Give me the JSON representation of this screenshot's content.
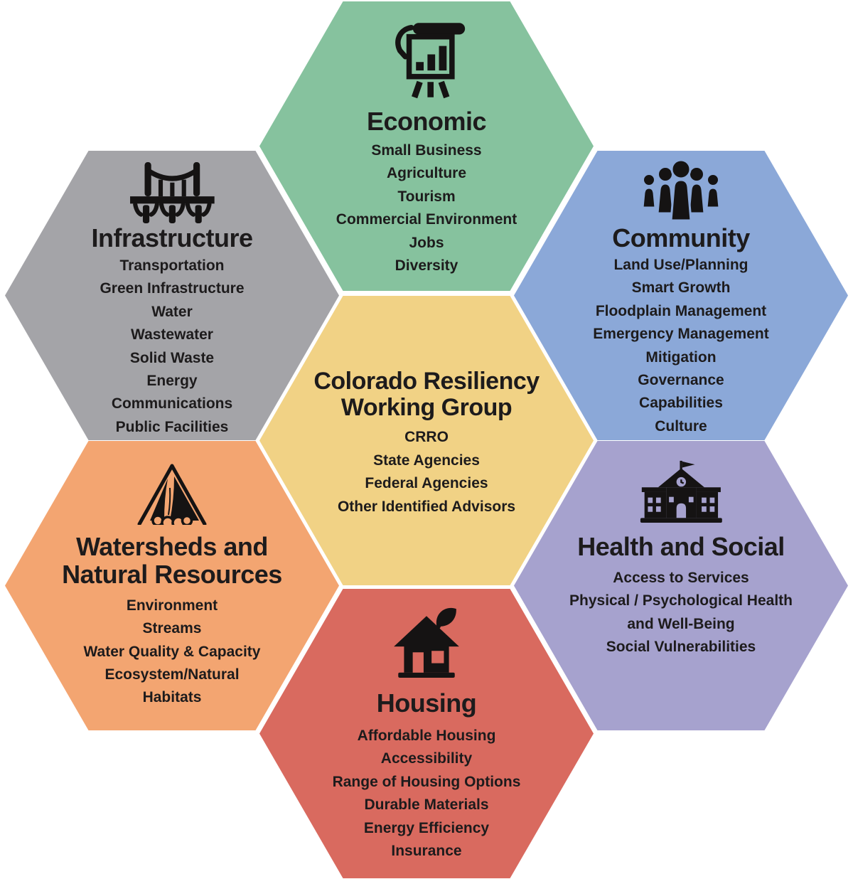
{
  "colors": {
    "text": "#1d1b1c",
    "icon": "#151313",
    "background": "#ffffff",
    "economic_green": "#86c29e",
    "infrastructure_gray": "#a4a4a8",
    "community_blue": "#8ba8d8",
    "center_yellow": "#f1d285",
    "watersheds_orange": "#f3a571",
    "health_purple": "#a6a2ce",
    "housing_red": "#d96a5f"
  },
  "hexagons": [
    {
      "id": "economic",
      "position": "top",
      "color": "#86c29e",
      "icon": "presentation-chart-icon",
      "title": "Economic",
      "items": [
        "Small Business",
        "Agriculture",
        "Tourism",
        "Commercial Environment",
        "Jobs",
        "Diversity"
      ]
    },
    {
      "id": "infrastructure",
      "position": "upper-left",
      "color": "#a4a4a8",
      "icon": "bridge-icon",
      "title": "Infrastructure",
      "items": [
        "Transportation",
        "Green Infrastructure",
        "Water",
        "Wastewater",
        "Solid Waste",
        "Energy",
        "Communications",
        "Public Facilities"
      ]
    },
    {
      "id": "community",
      "position": "upper-right",
      "color": "#8ba8d8",
      "icon": "people-group-icon",
      "title": "Community",
      "items": [
        "Land Use/Planning",
        "Smart Growth",
        "Floodplain Management",
        "Emergency Management",
        "Mitigation",
        "Governance",
        "Capabilities",
        "Culture"
      ]
    },
    {
      "id": "center",
      "position": "center",
      "color": "#f1d285",
      "icon": null,
      "title": "Colorado Resiliency\nWorking Group",
      "items": [
        "CRRO",
        "State Agencies",
        "Federal Agencies",
        "Other Identified Advisors"
      ]
    },
    {
      "id": "watersheds",
      "position": "lower-left",
      "color": "#f3a571",
      "icon": "mountain-waterfall-icon",
      "title": "Watersheds and\nNatural Resources",
      "items": [
        "Environment",
        "Streams",
        "Water Quality & Capacity",
        "Ecosystem/Natural\nHabitats"
      ]
    },
    {
      "id": "health",
      "position": "lower-right",
      "color": "#a6a2ce",
      "icon": "school-icon",
      "title": "Health and Social",
      "items": [
        "Access to Services",
        "Physical  / Psychological Health\nand Well-Being",
        "Social Vulnerabilities"
      ]
    },
    {
      "id": "housing",
      "position": "bottom",
      "color": "#d96a5f",
      "icon": "house-leaf-icon",
      "title": "Housing",
      "items": [
        "Affordable Housing",
        "Accessibility",
        "Range of Housing Options",
        "Durable Materials",
        "Energy Efficiency",
        "Insurance"
      ]
    }
  ]
}
